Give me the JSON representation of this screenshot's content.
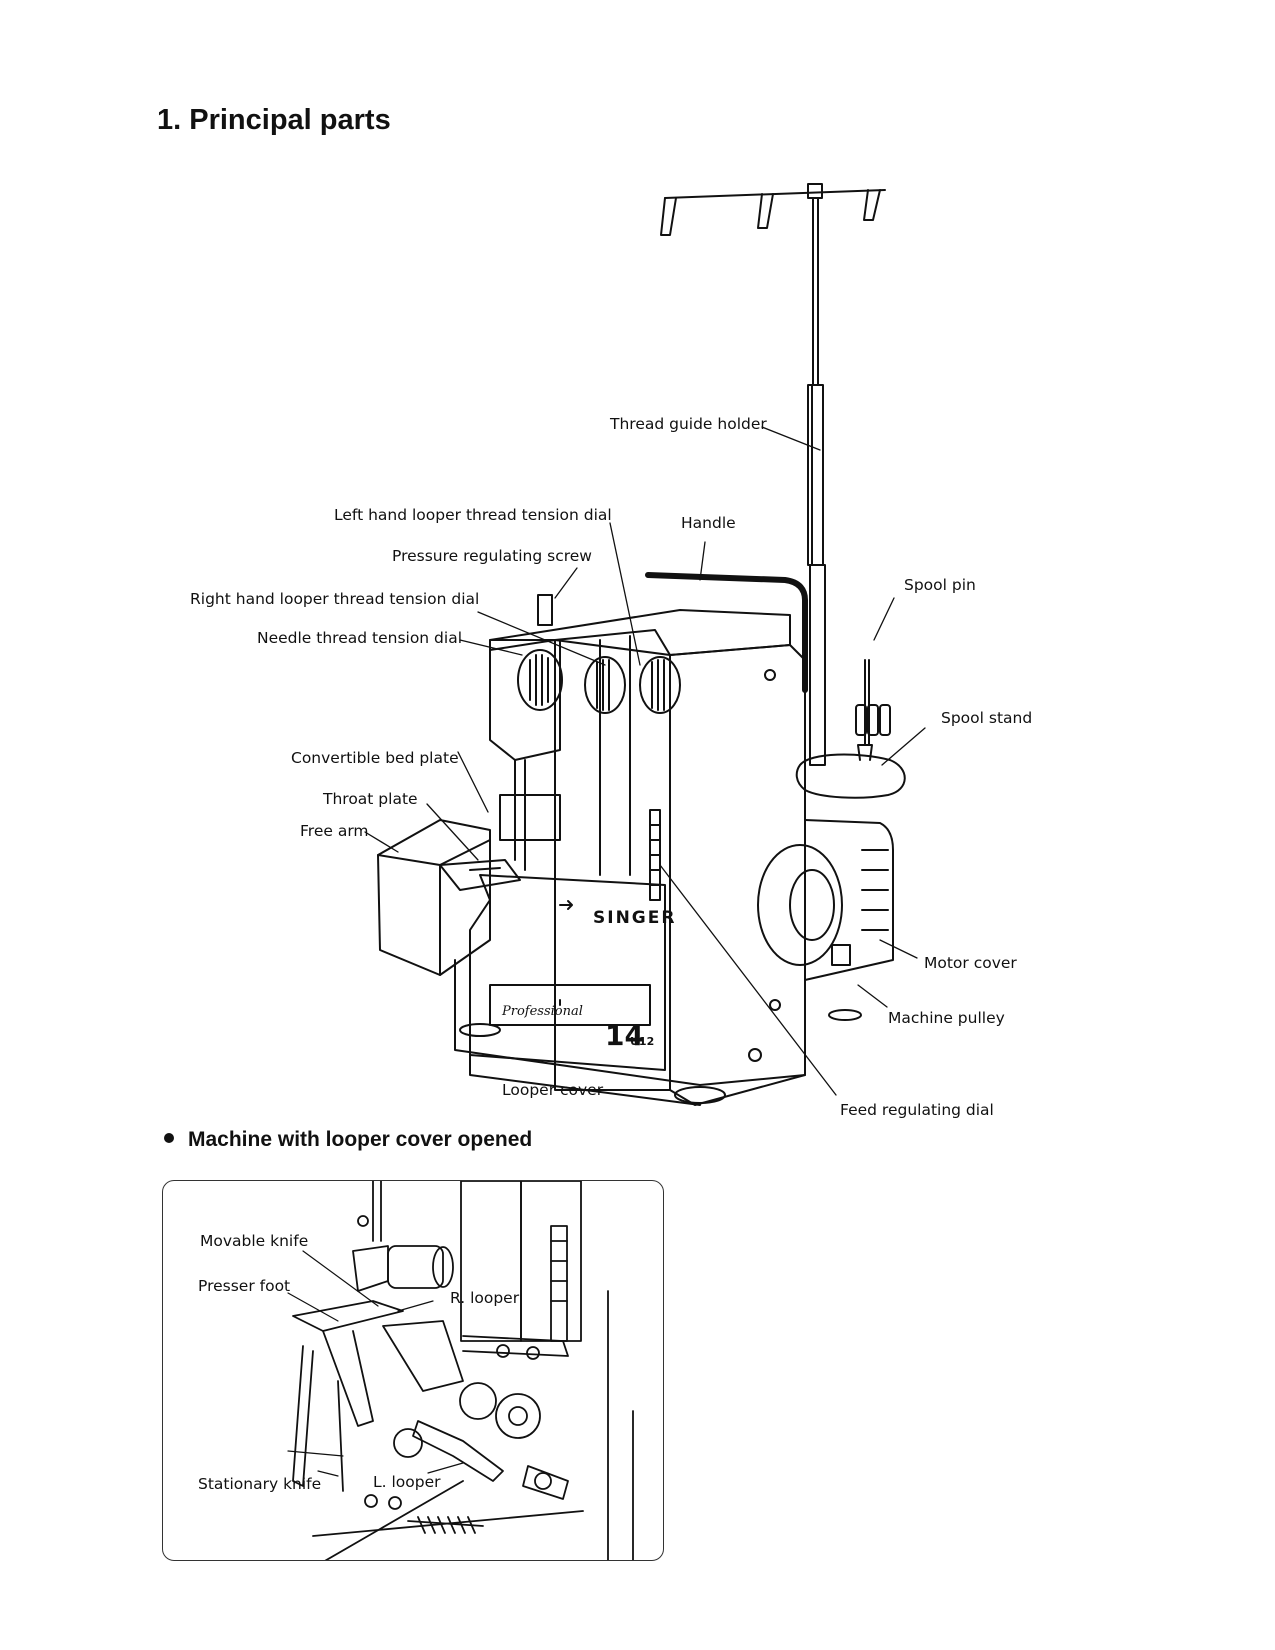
{
  "title": "1. Principal parts",
  "main_labels": {
    "thread_guide_holder": "Thread guide holder",
    "left_hand_looper": "Left hand looper thread tension dial",
    "handle": "Handle",
    "pressure_screw": "Pressure regulating screw",
    "right_hand_looper": "Right hand looper thread tension dial",
    "needle_tension": "Needle thread tension dial",
    "spool_pin": "Spool pin",
    "spool_stand": "Spool stand",
    "convertible_bed": "Convertible bed plate",
    "throat_plate": "Throat plate",
    "free_arm": "Free arm",
    "motor_cover": "Motor cover",
    "machine_pulley": "Machine pulley",
    "looper_cover": "Looper cover",
    "feed_dial": "Feed regulating dial"
  },
  "machine_marks": {
    "brand": "SINGER",
    "script": "Professional",
    "model_number": "14",
    "model_suffix": "U12"
  },
  "subheading": "Machine with looper cover opened",
  "inset_labels": {
    "movable_knife": "Movable knife",
    "presser_foot": "Presser foot",
    "r_looper": "R. looper",
    "stationary_knife": "Stationary knife",
    "l_looper": "L. looper"
  }
}
